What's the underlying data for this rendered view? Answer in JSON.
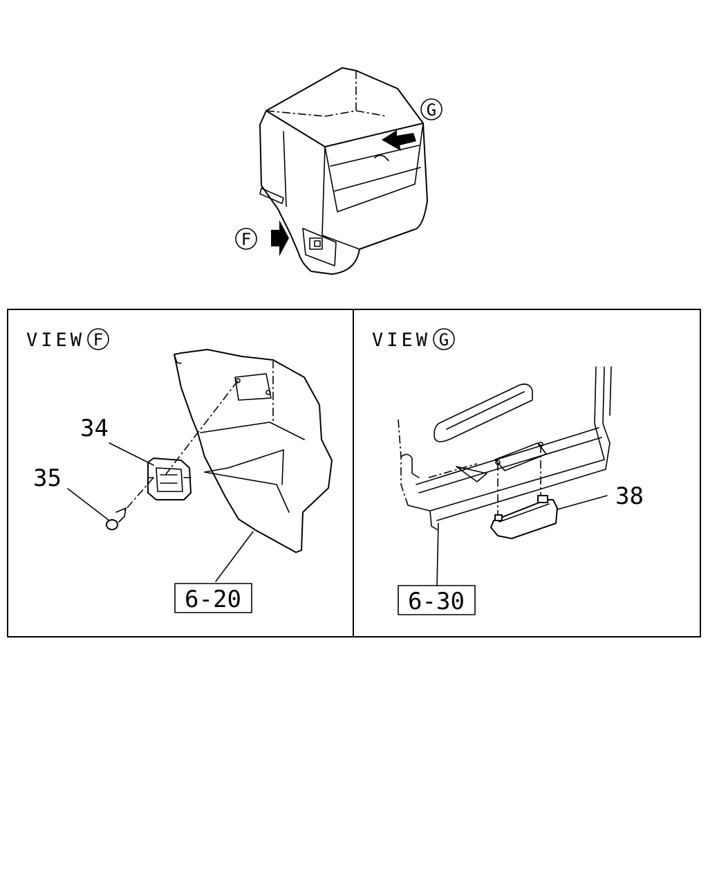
{
  "overview": {
    "arrow_g_letter": "G",
    "arrow_f_letter": "F"
  },
  "view_f": {
    "title_prefix": "VIEW",
    "title_letter": "F",
    "part_34": "34",
    "part_35": "35",
    "ref_box": "6-20"
  },
  "view_g": {
    "title_prefix": "VIEW",
    "title_letter": "G",
    "part_38": "38",
    "ref_box": "6-30"
  }
}
